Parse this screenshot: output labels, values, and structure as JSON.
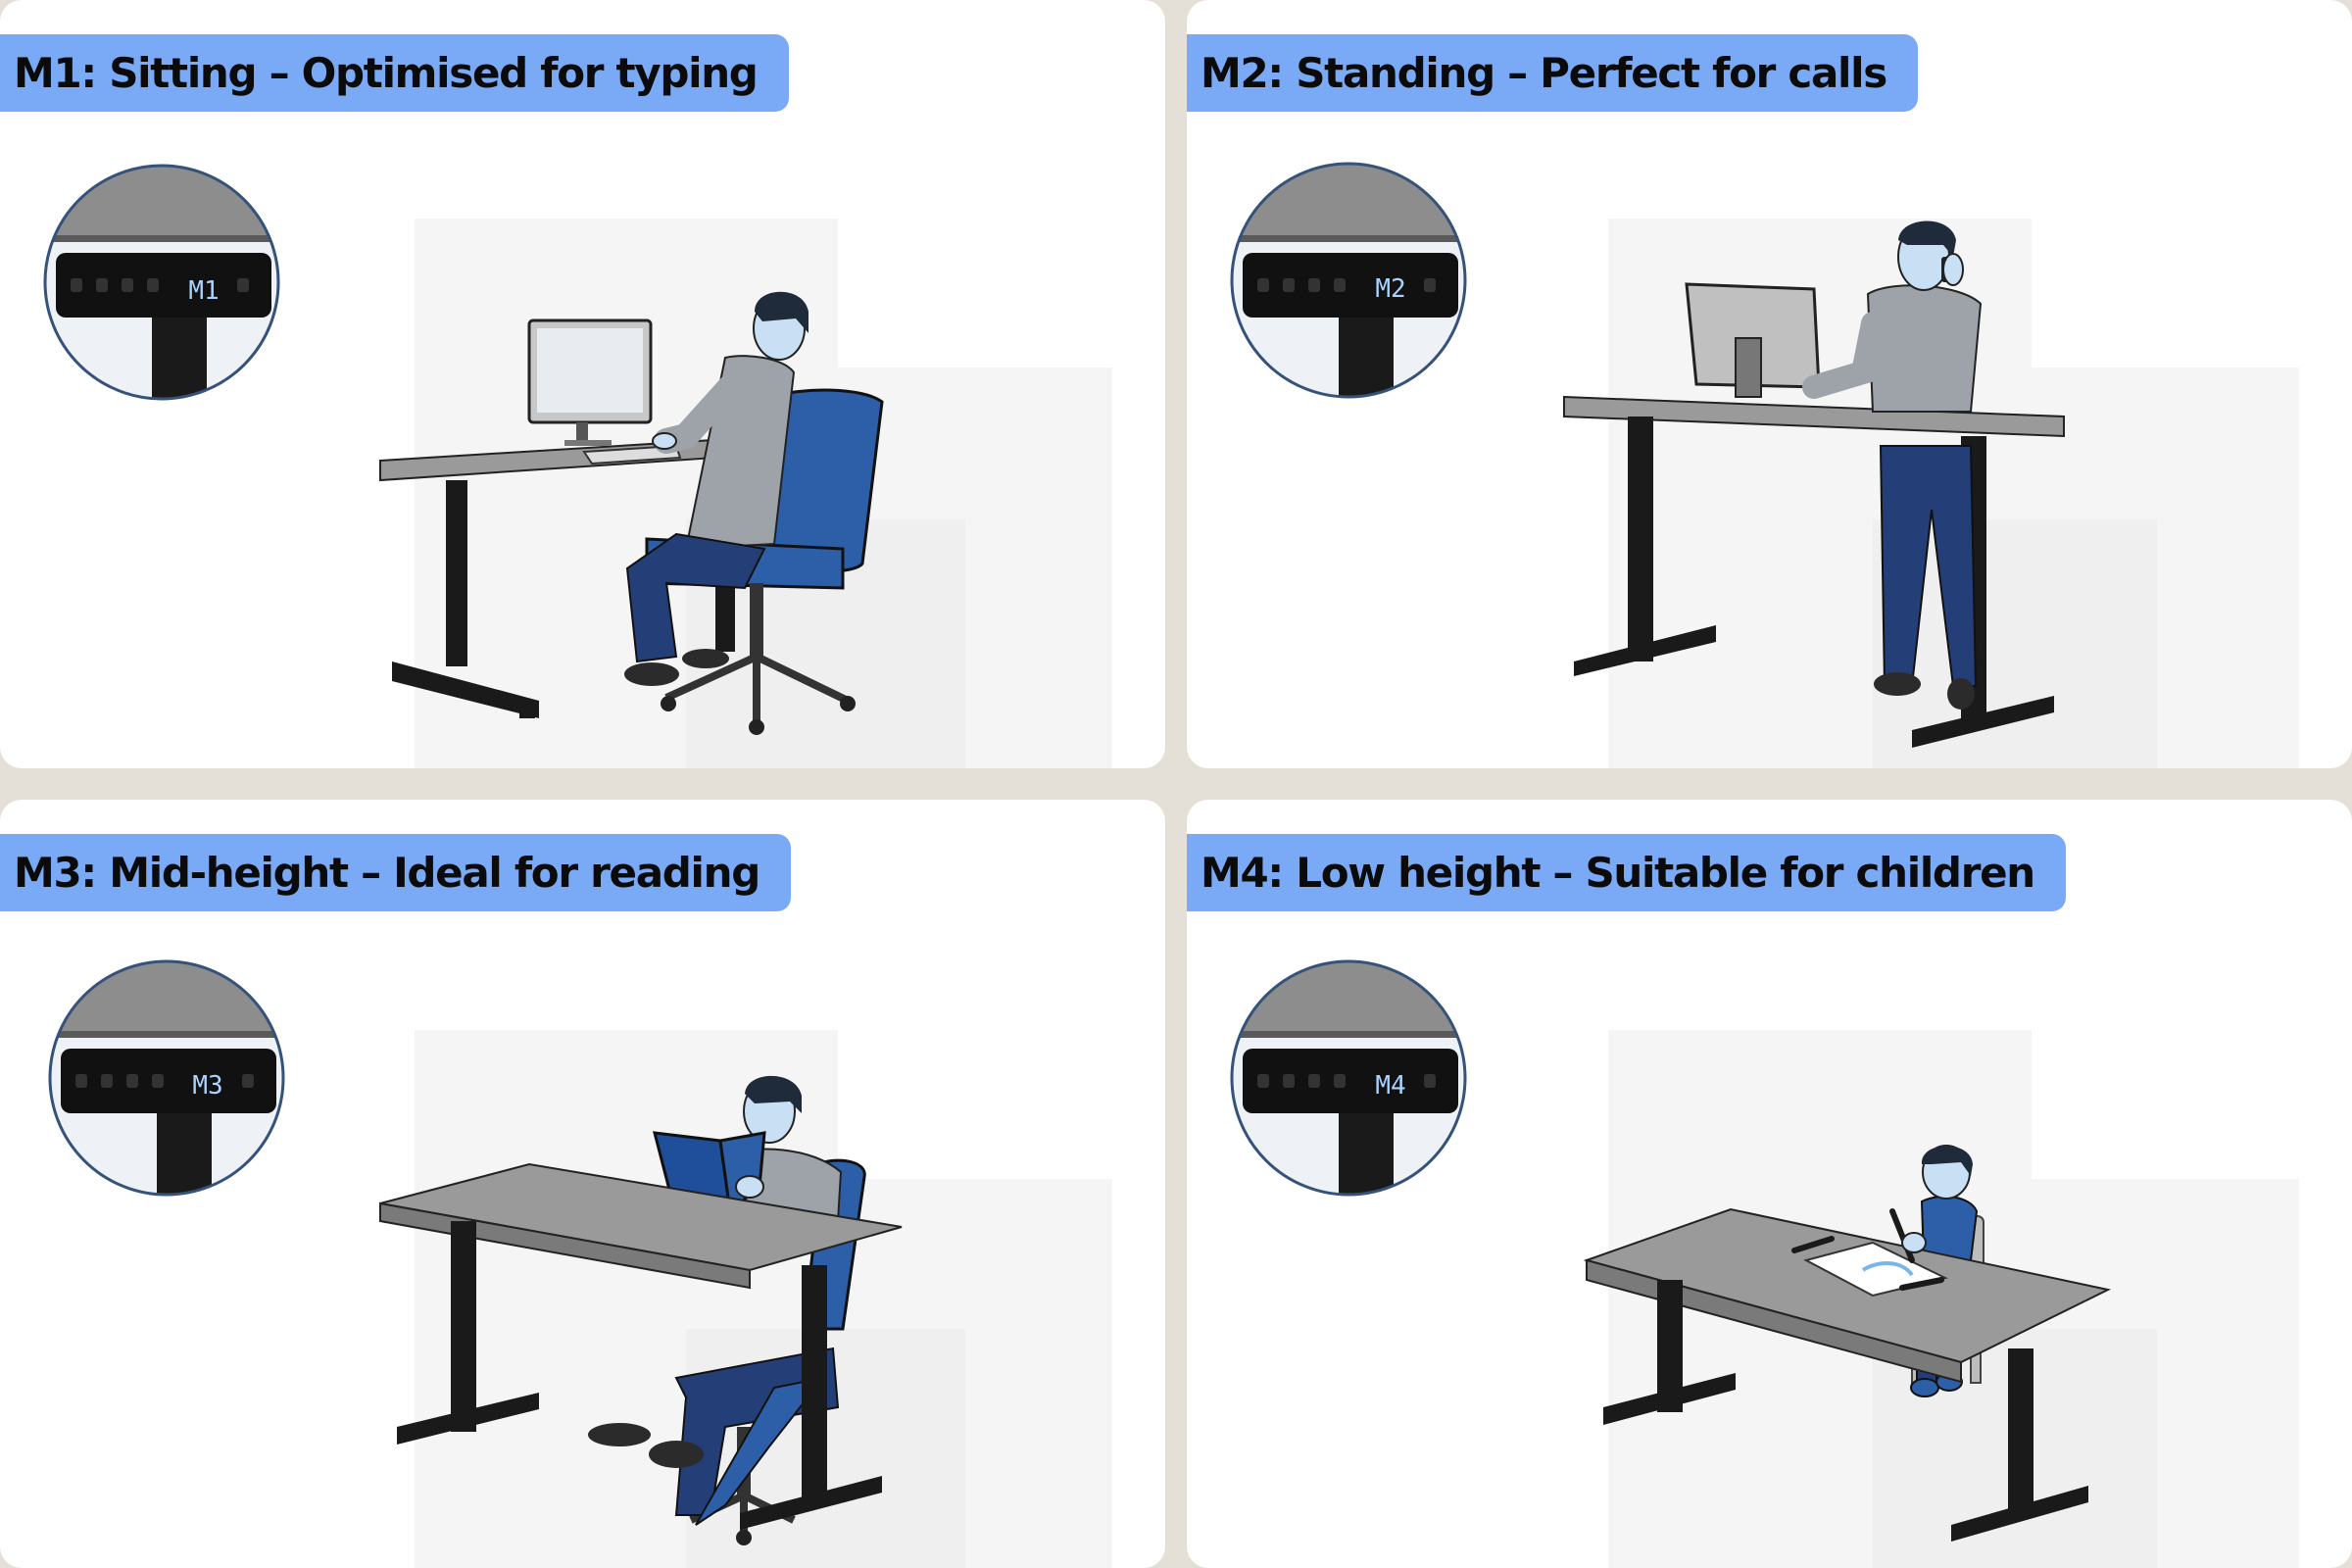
{
  "panels": [
    {
      "id": "m1",
      "title": "M1: Sitting – Optimised for typing",
      "display": "M1",
      "scene": "sitting-typing"
    },
    {
      "id": "m2",
      "title": "M2: Standing – Perfect for calls",
      "display": "M2",
      "scene": "standing-call"
    },
    {
      "id": "m3",
      "title": "M3: Mid-height – Ideal for reading",
      "display": "M3",
      "scene": "reading"
    },
    {
      "id": "m4",
      "title": "M4: Low height – Suitable for children",
      "display": "M4",
      "scene": "child-drawing"
    }
  ],
  "colors": {
    "background": "#e4e0d8",
    "label": "#7aa9f6",
    "desktop": "#9a9a9a",
    "frame": "#1a1a1a",
    "chair": "#2c5fa8",
    "trousers": "#243f78",
    "shirt": "#9ea3a9",
    "display_text": "#a9d3ff"
  },
  "icons": [
    "height-control-icon",
    "desk-icon",
    "person-icon",
    "chair-icon",
    "monitor-icon",
    "book-icon",
    "phone-icon",
    "pencil-icon"
  ]
}
